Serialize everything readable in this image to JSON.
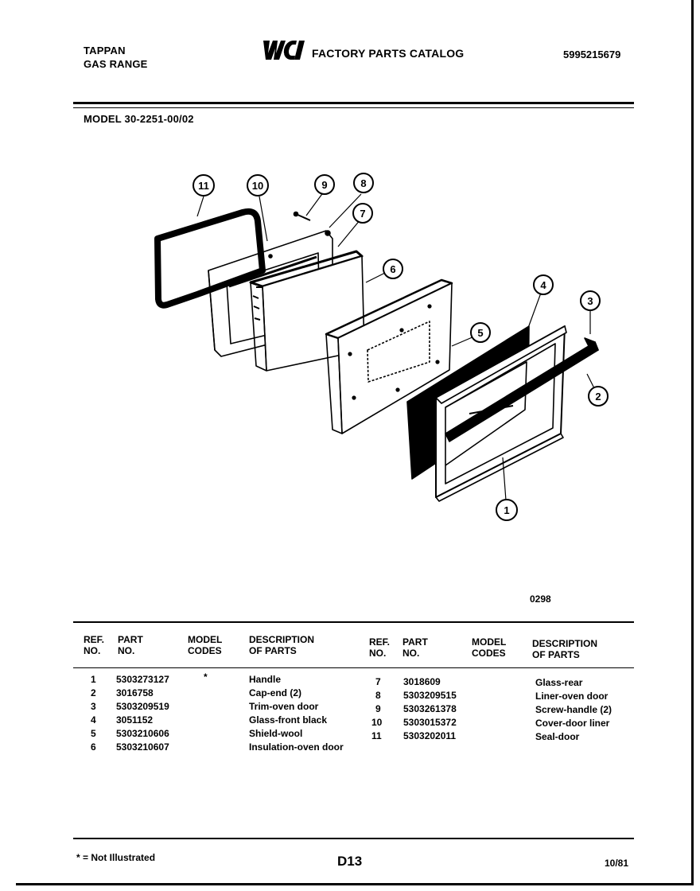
{
  "header": {
    "brand": "TAPPAN",
    "product": "GAS RANGE",
    "logo_text": "WCI",
    "catalog_title": "FACTORY PARTS CATALOG",
    "catalog_number": "5995215679",
    "model_line": "MODEL 30-2251-00/02"
  },
  "diagram": {
    "callouts": [
      "1",
      "2",
      "3",
      "4",
      "5",
      "6",
      "7",
      "8",
      "9",
      "10",
      "11"
    ],
    "drawing_code": "0298"
  },
  "table": {
    "headers": {
      "ref": [
        "REF.",
        "NO."
      ],
      "part": [
        "PART",
        "NO."
      ],
      "model": [
        "MODEL",
        "CODES"
      ],
      "desc": [
        "DESCRIPTION",
        "OF PARTS"
      ]
    },
    "left_rows": [
      {
        "ref": "1",
        "part": "5303273127",
        "code": "*",
        "desc": "Handle"
      },
      {
        "ref": "2",
        "part": "3016758",
        "code": "",
        "desc": "Cap-end (2)"
      },
      {
        "ref": "3",
        "part": "5303209519",
        "code": "",
        "desc": "Trim-oven door"
      },
      {
        "ref": "4",
        "part": "3051152",
        "code": "",
        "desc": "Glass-front black"
      },
      {
        "ref": "5",
        "part": "5303210606",
        "code": "",
        "desc": "Shield-wool"
      },
      {
        "ref": "6",
        "part": "5303210607",
        "code": "",
        "desc": "Insulation-oven door"
      }
    ],
    "right_rows": [
      {
        "ref": "7",
        "part": "3018609",
        "code": "",
        "desc": "Glass-rear"
      },
      {
        "ref": "8",
        "part": "5303209515",
        "code": "",
        "desc": "Liner-oven door"
      },
      {
        "ref": "9",
        "part": "5303261378",
        "code": "",
        "desc": "Screw-handle (2)"
      },
      {
        "ref": "10",
        "part": "5303015372",
        "code": "",
        "desc": "Cover-door liner"
      },
      {
        "ref": "11",
        "part": "5303202011",
        "code": "",
        "desc": "Seal-door"
      }
    ]
  },
  "footer": {
    "note": "* = Not Illustrated",
    "page": "D13",
    "date": "10/81"
  }
}
